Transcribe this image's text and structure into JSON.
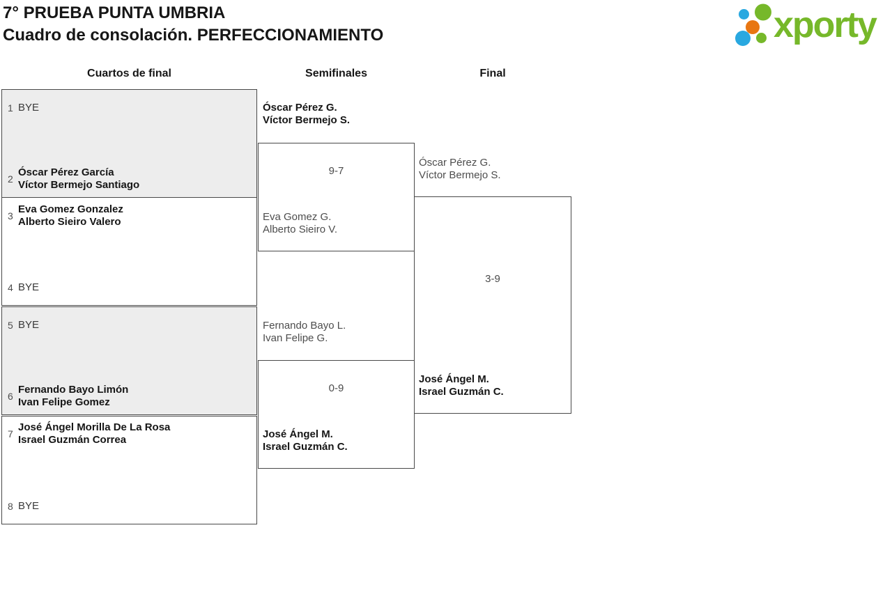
{
  "header": {
    "title_line1": "7° PRUEBA PUNTA UMBRIA",
    "title_line2": "Cuadro de consolación. PERFECCIONAMIENTO",
    "logo_text": "xporty"
  },
  "colors": {
    "logo_green": "#76b82a",
    "logo_blue": "#29a8e0",
    "logo_orange": "#e87612",
    "block_gray": "#ededed",
    "border_dark": "#484848"
  },
  "bracket": {
    "round_headers": [
      "Cuartos de final",
      "Semifinales",
      "Final"
    ],
    "quarterfinals": [
      {
        "slots": [
          {
            "seed": "1",
            "lines": [
              "BYE"
            ],
            "bye": true
          },
          {
            "seed": "2",
            "lines": [
              "Óscar Pérez García",
              "Víctor Bermejo Santiago"
            ],
            "bye": false
          }
        ]
      },
      {
        "slots": [
          {
            "seed": "3",
            "lines": [
              "Eva Gomez Gonzalez",
              "Alberto Sieiro Valero"
            ],
            "bye": false
          },
          {
            "seed": "4",
            "lines": [
              "BYE"
            ],
            "bye": true
          }
        ]
      },
      {
        "slots": [
          {
            "seed": "5",
            "lines": [
              "BYE"
            ],
            "bye": true
          },
          {
            "seed": "6",
            "lines": [
              "Fernando Bayo Limón",
              "Ivan Felipe Gomez"
            ],
            "bye": false
          }
        ]
      },
      {
        "slots": [
          {
            "seed": "7",
            "lines": [
              "José Ángel Morilla De La Rosa",
              "Israel Guzmán Correa"
            ],
            "bye": false
          },
          {
            "seed": "8",
            "lines": [
              "BYE"
            ],
            "bye": true
          }
        ]
      }
    ],
    "semifinals": [
      {
        "team1": {
          "lines": [
            "Óscar Pérez G.",
            "Víctor Bermejo S."
          ],
          "winner": true
        },
        "score": "9-7",
        "team2": {
          "lines": [
            "Eva Gomez G.",
            "Alberto Sieiro V."
          ],
          "winner": false
        }
      },
      {
        "team1": {
          "lines": [
            "Fernando Bayo L.",
            "Ivan Felipe G."
          ],
          "winner": false
        },
        "score": "0-9",
        "team2": {
          "lines": [
            "José Ángel M.",
            "Israel Guzmán C."
          ],
          "winner": true
        }
      }
    ],
    "final": {
      "team1": {
        "lines": [
          "Óscar Pérez G.",
          "Víctor Bermejo S."
        ],
        "winner": false
      },
      "score": "3-9",
      "team2": {
        "lines": [
          "José Ángel M.",
          "Israel Guzmán C."
        ],
        "winner": true
      }
    }
  }
}
